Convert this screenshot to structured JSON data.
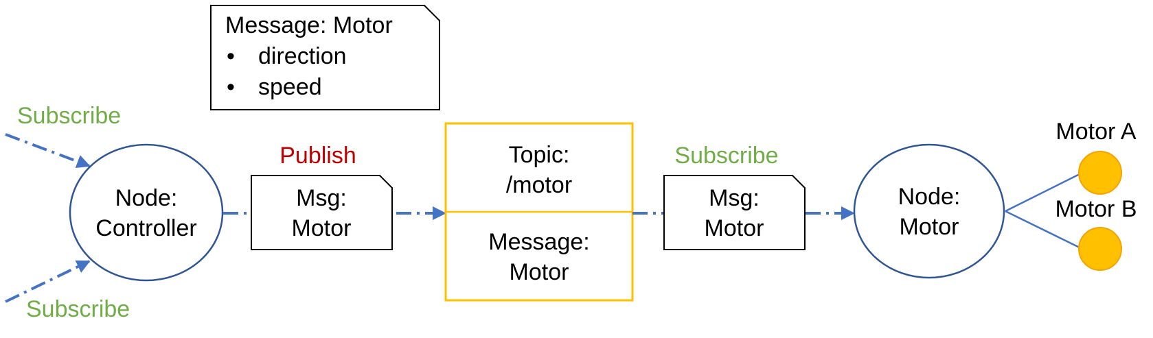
{
  "colors": {
    "line_blue": "#4472c4",
    "node_border": "#2f5597",
    "topic_border": "#ffc000",
    "motor_fill": "#ffc000",
    "motor_stroke": "#f4a300",
    "subscribe_green": "#70ad47",
    "publish_red": "#c00000"
  },
  "message_def": {
    "title": "Message: Motor",
    "bullet": "•",
    "fields": [
      "direction",
      "speed"
    ]
  },
  "labels": {
    "subscribe_top": "Subscribe",
    "subscribe_bottom": "Subscribe",
    "subscribe_right": "Subscribe",
    "publish": "Publish"
  },
  "controller_node": {
    "line1": "Node:",
    "line2": "Controller"
  },
  "msg_left": {
    "line1": "Msg:",
    "line2": "Motor"
  },
  "topic": {
    "line1": "Topic:",
    "line2": "/motor",
    "line3": "Message:",
    "line4": "Motor"
  },
  "msg_right": {
    "line1": "Msg:",
    "line2": "Motor"
  },
  "motor_node": {
    "line1": "Node:",
    "line2": "Motor"
  },
  "motors": {
    "a": "Motor A",
    "b": "Motor B"
  }
}
